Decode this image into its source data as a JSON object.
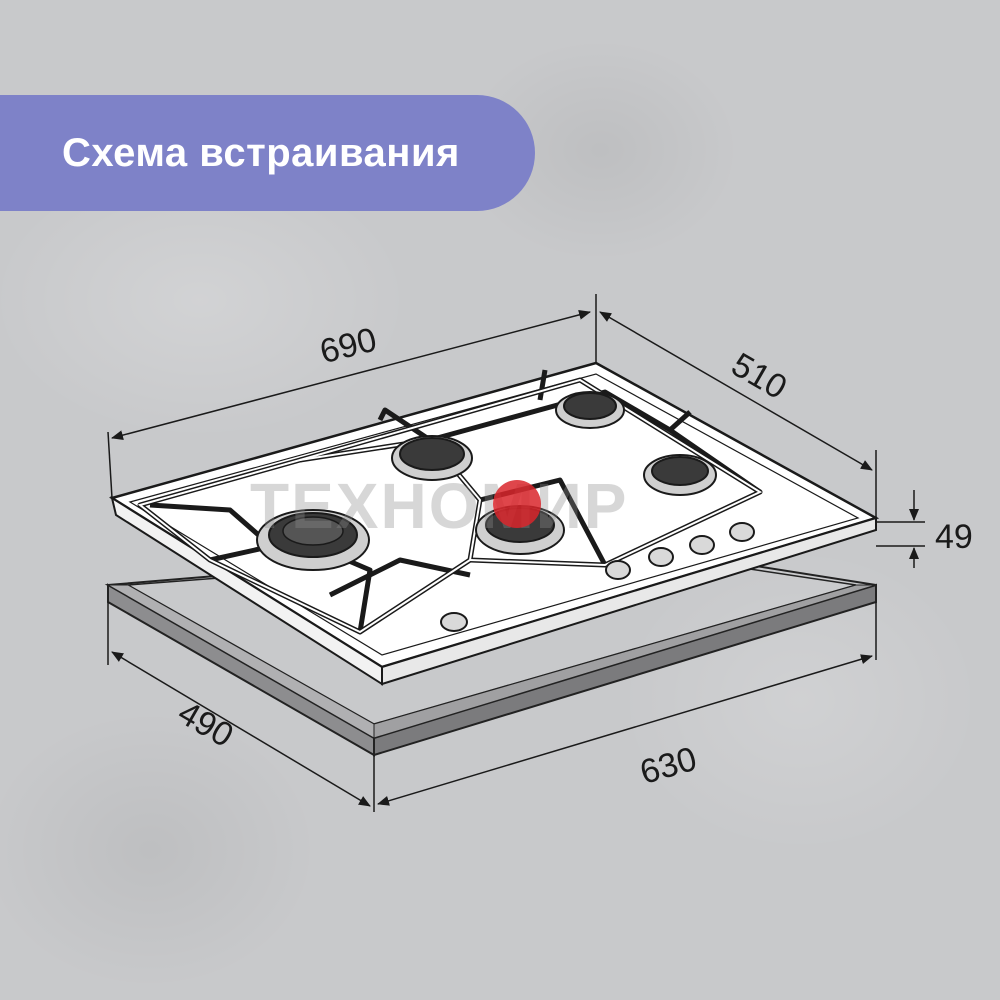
{
  "title": "Схема встраивания",
  "dimensions": {
    "width_top": "690",
    "depth_top": "510",
    "height": "49",
    "cutout_depth": "490",
    "cutout_width": "630"
  },
  "watermark": "ТЕХНОМИР",
  "colors": {
    "title_bg": "#7e82c8",
    "title_text": "#ffffff",
    "background": "#c8c9cb",
    "watermark_accent": "#d9262b"
  }
}
